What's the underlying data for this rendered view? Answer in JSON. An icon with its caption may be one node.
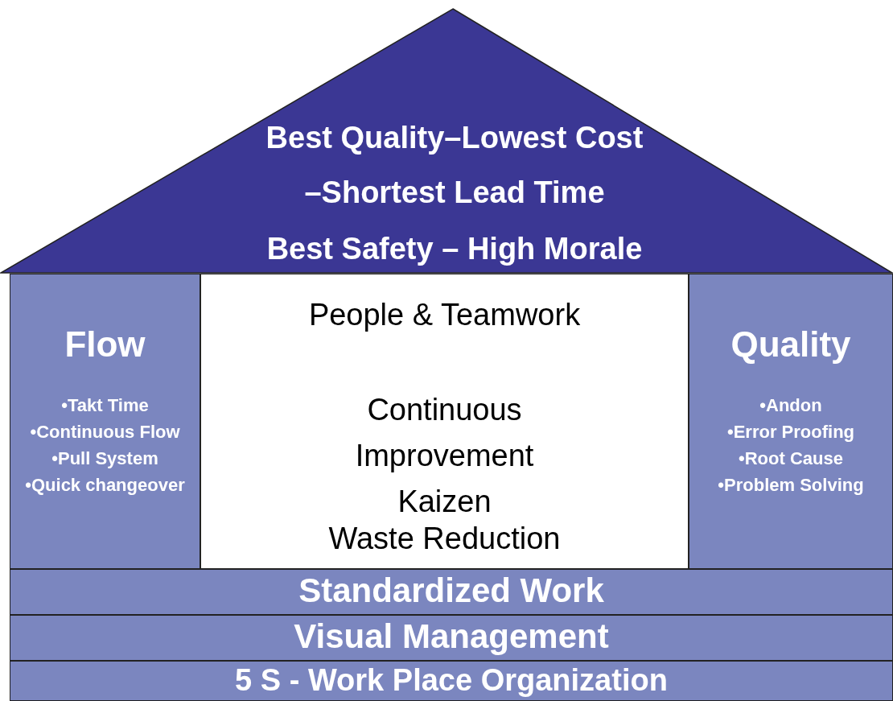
{
  "diagram": {
    "nodes": [
      {
        "text": [
          "Best Quality–Lowest Cost",
          "–Shortest Lead Time",
          "Best Safety – High Morale"
        ]
      },
      {
        "text": [
          "Flow",
          "•Takt Time",
          "•Continuous Flow",
          "•Pull System",
          "•Quick changeover"
        ]
      },
      {
        "text": [
          "People & Teamwork",
          "Continuous Improvement Kaizen",
          "Waste Reduction"
        ]
      },
      {
        "text": [
          "Quality",
          "•Andon",
          "•Error Proofing",
          "•Root Cause",
          "•Problem Solving"
        ]
      },
      {
        "text": [
          "Standardized Work"
        ]
      },
      {
        "text": [
          "Visual Management"
        ]
      },
      {
        "text": [
          "5 S - Work Place Organization"
        ]
      }
    ]
  }
}
